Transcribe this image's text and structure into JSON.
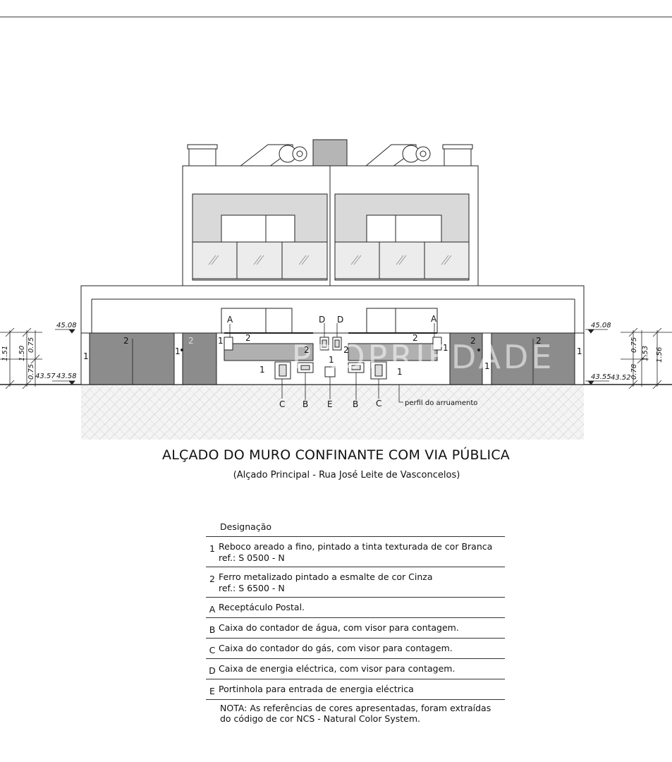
{
  "drawing": {
    "labels": {
      "elev_left_top": "45.08",
      "elev_left_bottom_a": "43.57",
      "elev_left_bottom_b": "43.58",
      "elev_right_top": "45.08",
      "elev_right_bottom_a": "43.55",
      "elev_right_bottom_b": "43.52",
      "dim_left_total": "1.51",
      "dim_left_mid": "1.50",
      "dim_left_upper": "0.75",
      "dim_left_lower": "0.75",
      "dim_right_upper": "0.75",
      "dim_right_lower": "0.78",
      "dim_right_mid": "1.53",
      "dim_right_total": "1.56",
      "street_profile": "perfil do arruamento",
      "mark_1": "1",
      "mark_2": "2",
      "mark_a": "A",
      "mark_b": "B",
      "mark_c": "C",
      "mark_d": "D",
      "mark_e": "E"
    },
    "watermark": "PROPRIEDADE"
  },
  "title": "ALÇADO DO MURO CONFINANTE COM VIA PÚBLICA",
  "subtitle": "(Alçado Principal - Rua José Leite de Vasconcelos)",
  "legend": {
    "header": "Designação",
    "items": [
      {
        "key": "1",
        "line1": "Reboco areado a fino, pintado a tinta texturada de cor Branca",
        "line2": "ref.: S 0500 - N"
      },
      {
        "key": "2",
        "line1": "Ferro metalizado pintado a esmalte de cor Cinza",
        "line2": "ref.: S 6500 - N"
      },
      {
        "key": "A",
        "line1": "Receptáculo Postal.",
        "line2": ""
      },
      {
        "key": "B",
        "line1": "Caixa do contador de água, com visor para contagem.",
        "line2": ""
      },
      {
        "key": "C",
        "line1": "Caixa do contador do gás, com visor para contagem.",
        "line2": ""
      },
      {
        "key": "D",
        "line1": "Caixa de energia eléctrica, com visor para contagem.",
        "line2": ""
      },
      {
        "key": "E",
        "line1": "Portinhola para entrada de energia eléctrica",
        "line2": ""
      }
    ],
    "note_line1": "NOTA: As referências de cores apresentadas, foram extraídas",
    "note_line2": "do código de cor NCS - Natural Color System."
  }
}
